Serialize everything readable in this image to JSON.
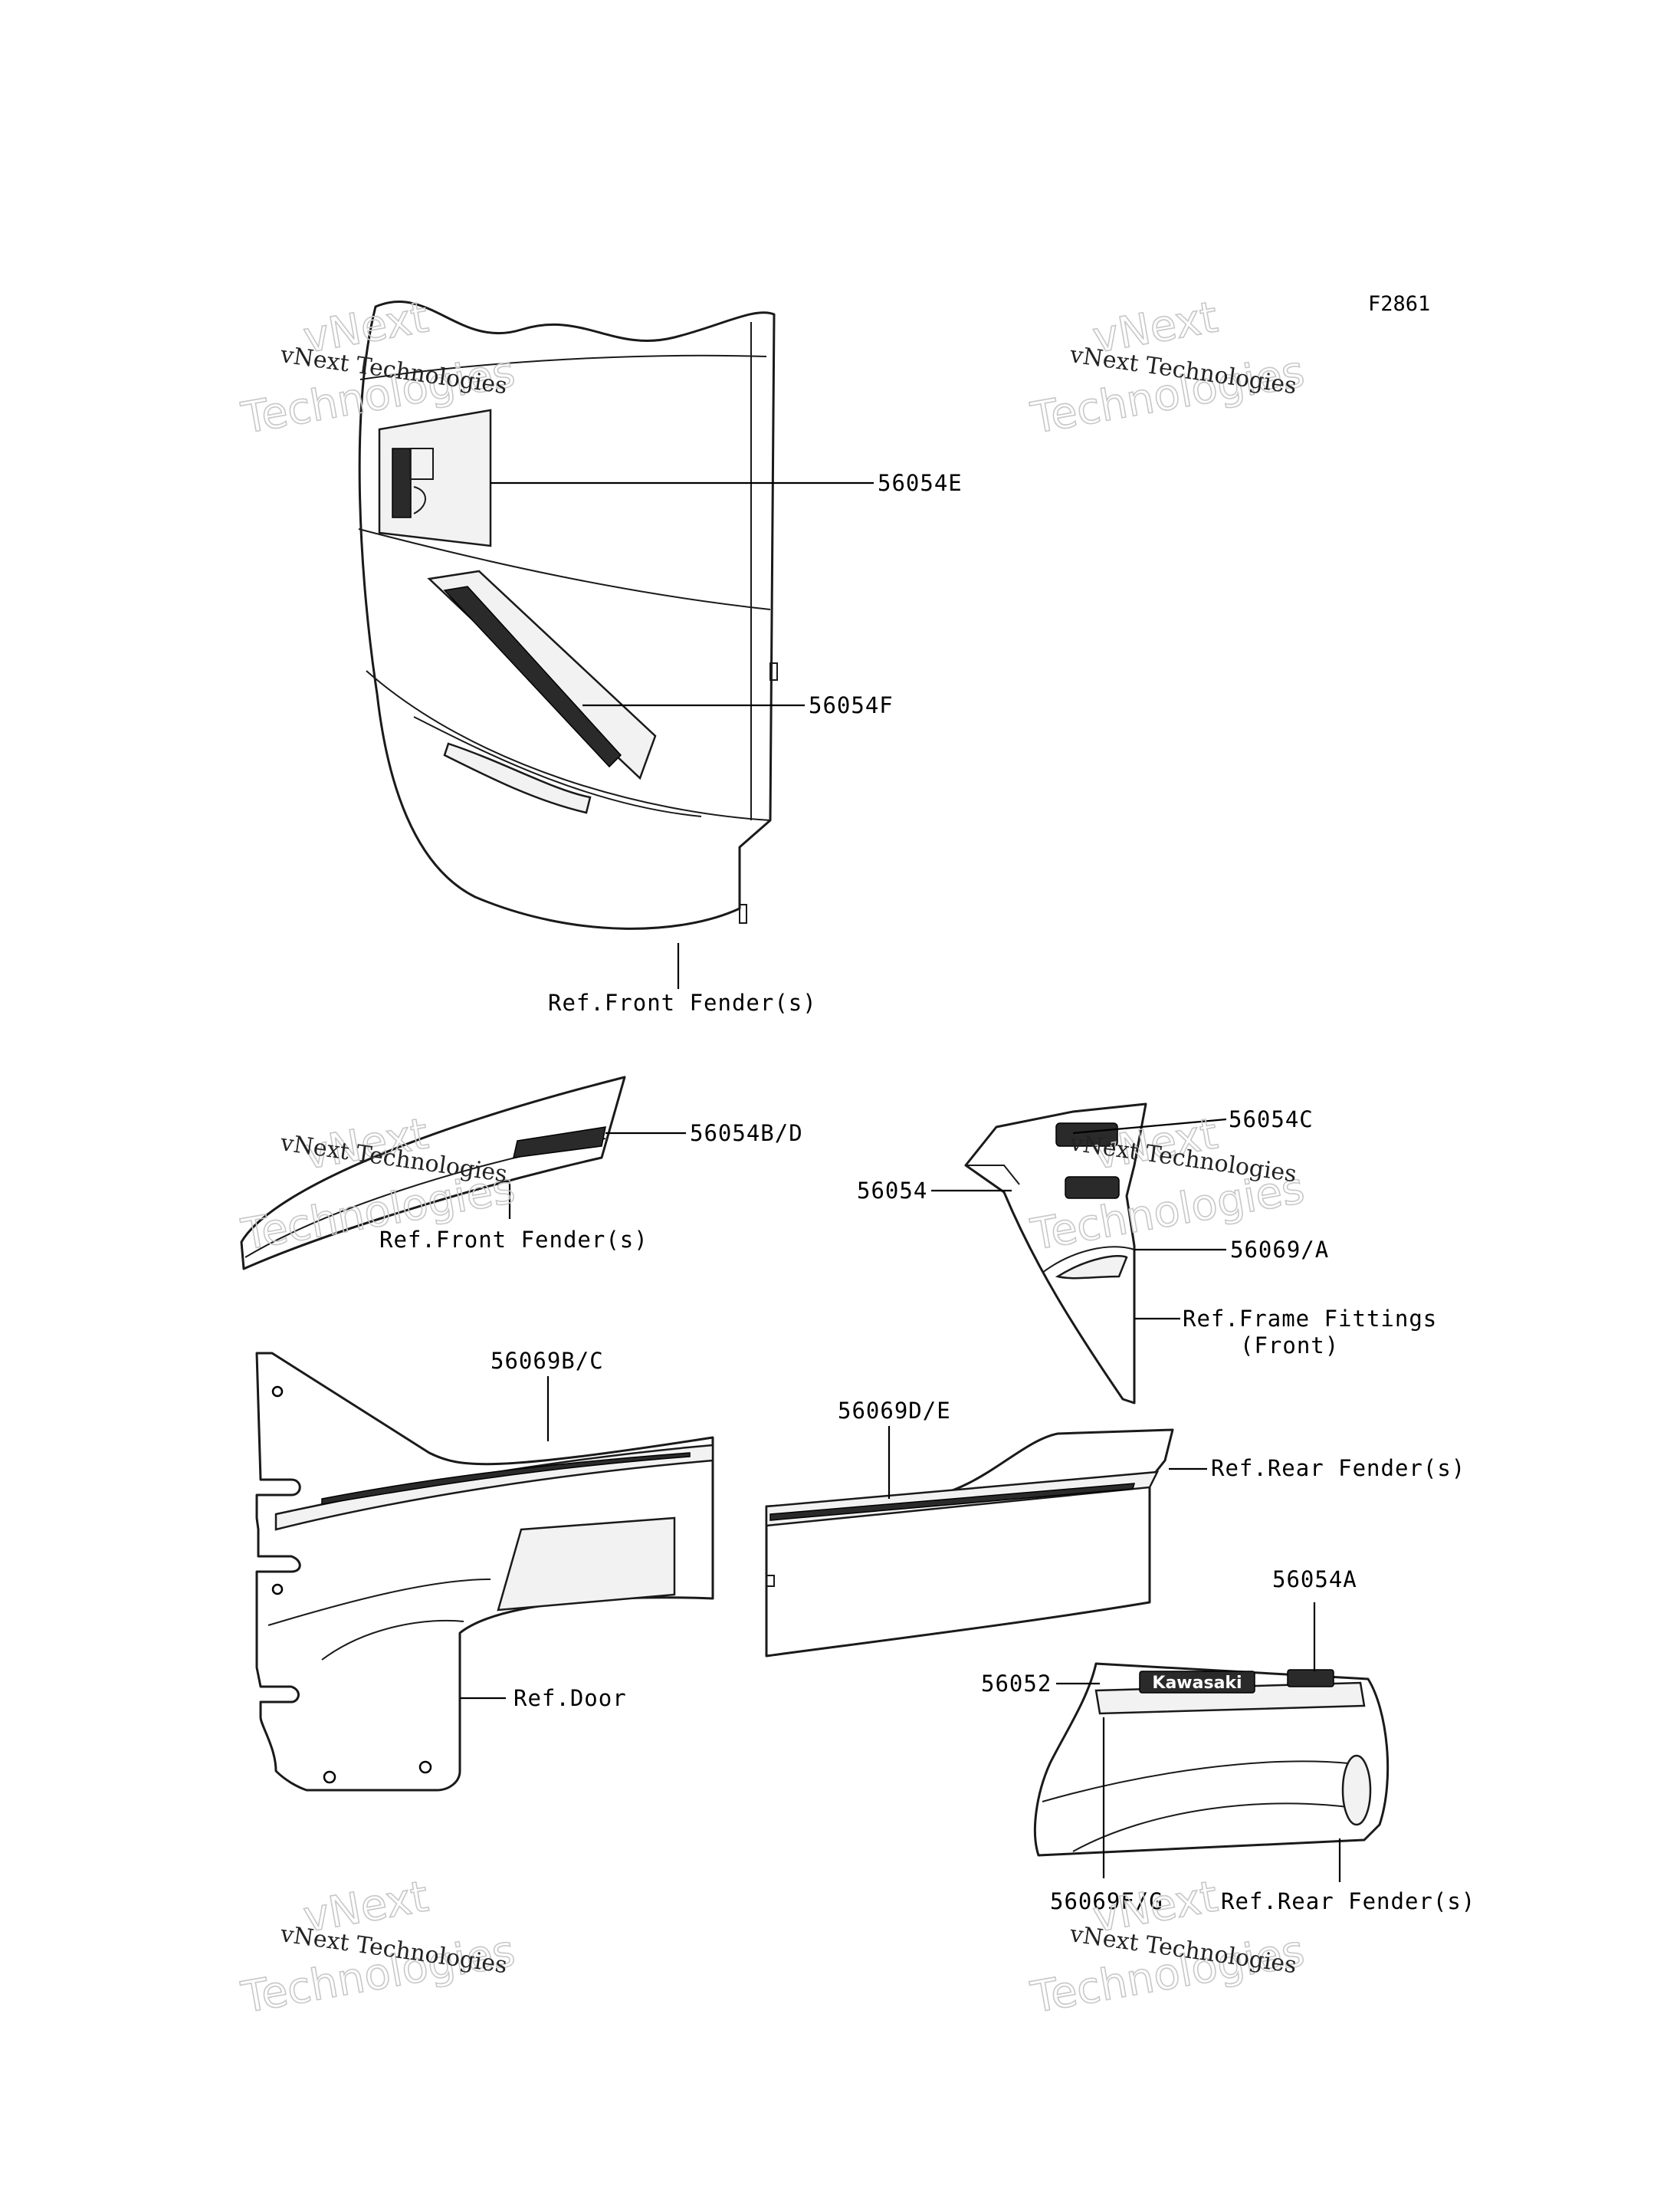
{
  "diagram_code": "F2861",
  "callouts": {
    "p56054E": "56054E",
    "p56054F": "56054F",
    "ref_front_fender_1": "Ref.Front Fender(s)",
    "p56054BD": "56054B/D",
    "ref_front_fender_2": "Ref.Front Fender(s)",
    "p56054C": "56054C",
    "p56054": "56054",
    "p56069A": "56069/A",
    "ref_frame_fittings_line1": "Ref.Frame Fittings",
    "ref_frame_fittings_line2": "(Front)",
    "p56069BC": "56069B/C",
    "p56069DE": "56069D/E",
    "ref_rear_fender_1": "Ref.Rear Fender(s)",
    "ref_door": "Ref.Door",
    "p56054A": "56054A",
    "p56052": "56052",
    "p56069FG": "56069F/G",
    "ref_rear_fender_2": "Ref.Rear Fender(s)"
  },
  "decal_text": {
    "kawasaki": "Kawasaki"
  },
  "watermark": {
    "line1": "vNext Technologies",
    "big_top": "vNext",
    "big_bottom": "Technologies"
  }
}
